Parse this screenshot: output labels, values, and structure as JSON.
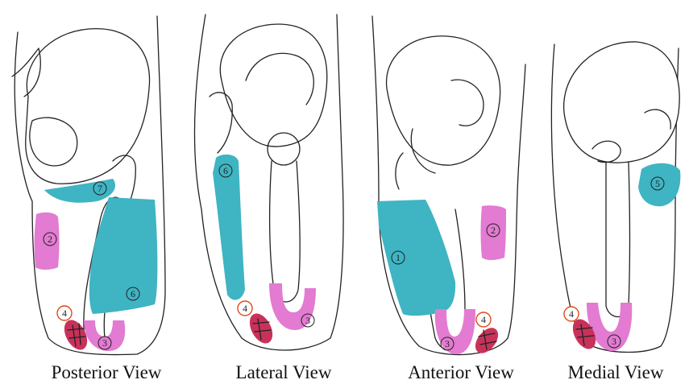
{
  "views": [
    {
      "id": "posterior",
      "caption": "Posterior View"
    },
    {
      "id": "lateral",
      "caption": "Lateral View"
    },
    {
      "id": "anterior",
      "caption": "Anterior View"
    },
    {
      "id": "medial",
      "caption": "Medial View"
    }
  ],
  "region_labels": {
    "r1": "1",
    "r2": "2",
    "r3": "3",
    "r4": "4",
    "r5": "5",
    "r6": "6",
    "r7": "7"
  },
  "colors": {
    "teal": "#3fb4c3",
    "pink": "#e27bd1",
    "crimson": "#c8325a",
    "outline": "#222222",
    "circle4_border": "#e24a1a"
  }
}
